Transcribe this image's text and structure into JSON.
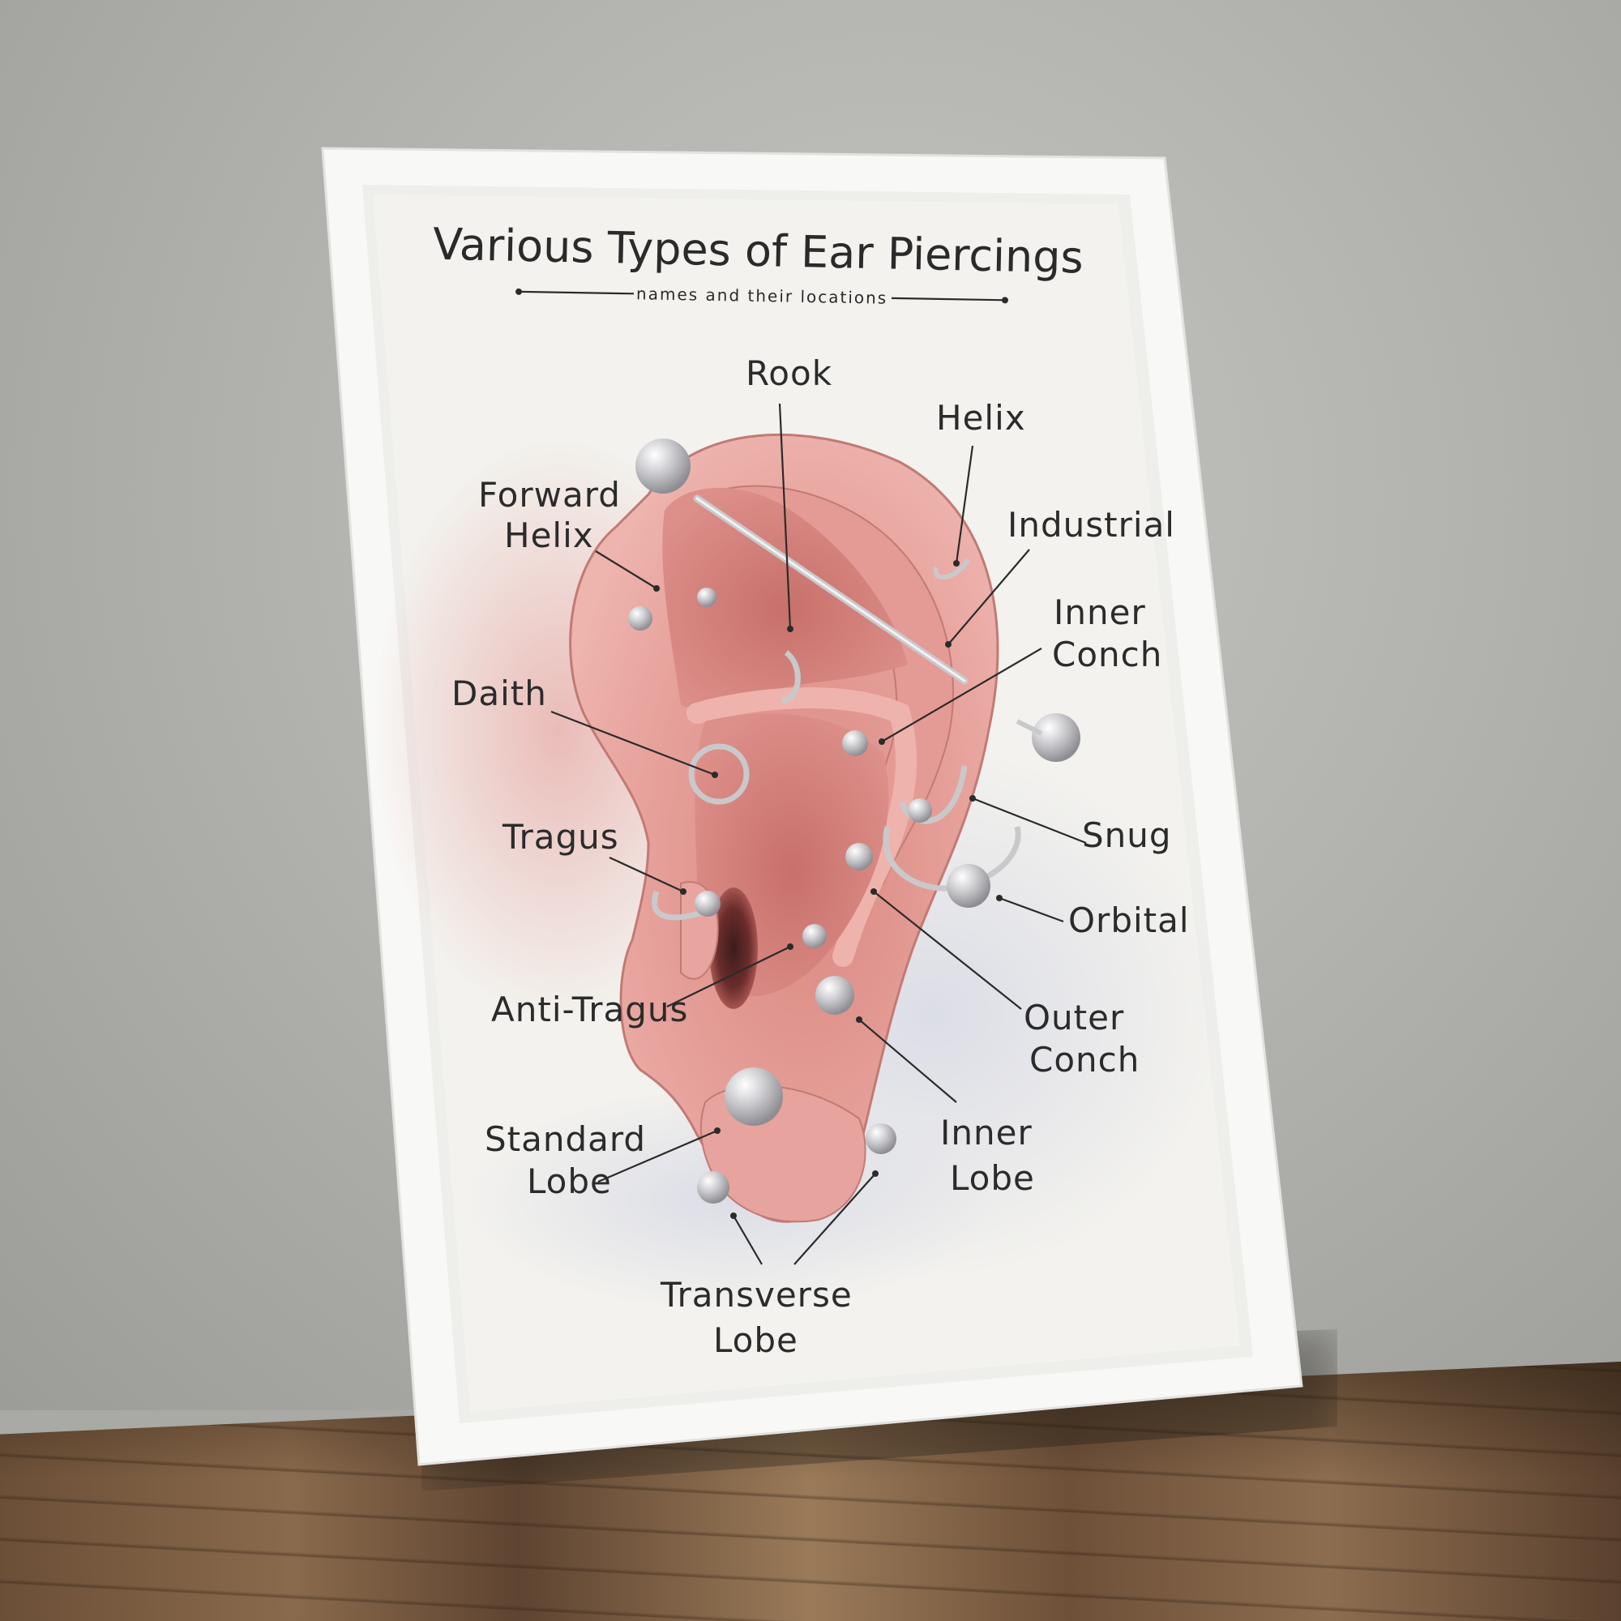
{
  "poster": {
    "title": "Various Types of Ear Piercings",
    "subtitle": "names and their locations"
  },
  "labels": {
    "rook": "Rook",
    "helix": "Helix",
    "forward_helix_1": "Forward",
    "forward_helix_2": "Helix",
    "industrial": "Industrial",
    "inner_conch_1": "Inner",
    "inner_conch_2": "Conch",
    "daith": "Daith",
    "snug": "Snug",
    "tragus": "Tragus",
    "orbital": "Orbital",
    "anti_tragus": "Anti-Tragus",
    "outer_conch_1": "Outer",
    "outer_conch_2": "Conch",
    "standard_lobe_1": "Standard",
    "standard_lobe_2": "Lobe",
    "inner_lobe_1": "Inner",
    "inner_lobe_2": "Lobe",
    "transverse_lobe_1": "Transverse",
    "transverse_lobe_2": "Lobe"
  },
  "colors": {
    "wall": "#b8b8b4",
    "frame": "#f7f7f5",
    "paper": "#f2f1ec",
    "skin": "#e9a6a1",
    "skin_dark": "#c97872",
    "metal": "#c9c9cc",
    "ink": "#2b2b2b"
  }
}
